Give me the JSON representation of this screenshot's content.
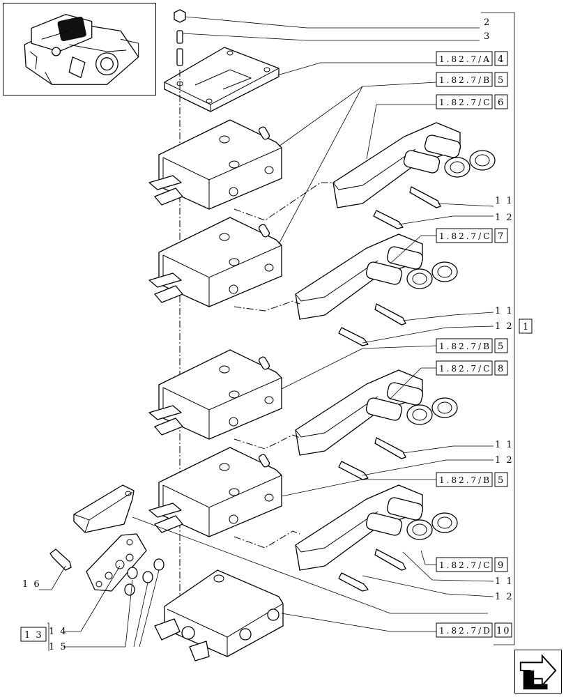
{
  "callouts": {
    "c2": "2",
    "c3": "3",
    "c11a": "1 1",
    "c12a": "1 2",
    "c11b": "1 1",
    "c12b": "1 2",
    "c11c": "1 1",
    "c12c": "1 2",
    "c11d": "1 1",
    "c12d": "1 2",
    "c16": "1 6",
    "c14": "1 4",
    "c15": "1 5",
    "c1": "1",
    "c13": "1 3"
  },
  "refs": [
    {
      "code": "1.82.7/A",
      "num": "4"
    },
    {
      "code": "1.82.7/B",
      "num": "5"
    },
    {
      "code": "1.82.7/C",
      "num": "6"
    },
    {
      "code": "1.82.7/C",
      "num": "7"
    },
    {
      "code": "1.82.7/B",
      "num": "5"
    },
    {
      "code": "1.82.7/C",
      "num": "8"
    },
    {
      "code": "1.82.7/B",
      "num": "5"
    },
    {
      "code": "1.82.7/C",
      "num": "9"
    },
    {
      "code": "1.82.7/D",
      "num": "10"
    }
  ],
  "icons": {
    "thumbnail": "hydraulic-valve-assembly-thumbnail",
    "nav": "page-navigation-arrow-icon"
  }
}
